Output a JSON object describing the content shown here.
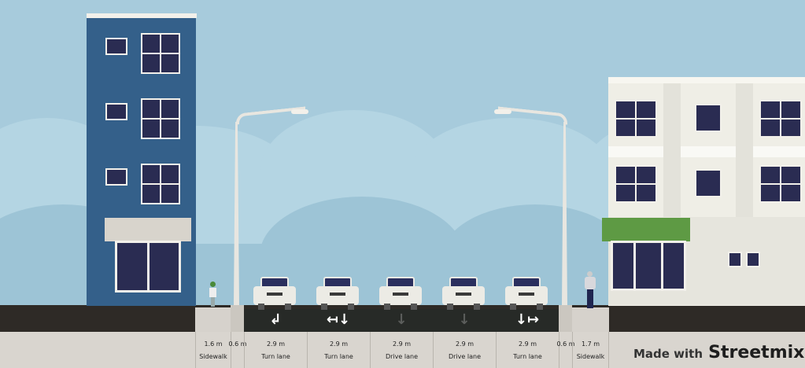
{
  "segments": [
    {
      "width": "1.6 m",
      "name": "Sidewalk",
      "arrow": ""
    },
    {
      "width": "0.6 m",
      "name": "",
      "arrow": ""
    },
    {
      "width": "2.9 m",
      "name": "Turn lane",
      "arrow": "↲"
    },
    {
      "width": "2.9 m",
      "name": "Turn lane",
      "arrow": "↤↓"
    },
    {
      "width": "2.9 m",
      "name": "Drive lane",
      "arrow": "↓"
    },
    {
      "width": "2.9 m",
      "name": "Drive lane",
      "arrow": "↓"
    },
    {
      "width": "2.9 m",
      "name": "Turn lane",
      "arrow": "↓↦"
    },
    {
      "width": "0.6 m",
      "name": "",
      "arrow": ""
    },
    {
      "width": "1.7 m",
      "name": "Sidewalk",
      "arrow": ""
    }
  ],
  "watermark": {
    "prefix": "Made with",
    "brand": "Streetmix"
  },
  "colors": {
    "sky": "#a7cbdc",
    "road": "#272a27",
    "sidewalk": "#d6d2cc",
    "left_building": "#34608a",
    "right_building": "#efeee6",
    "awning": "#5e9a44"
  }
}
